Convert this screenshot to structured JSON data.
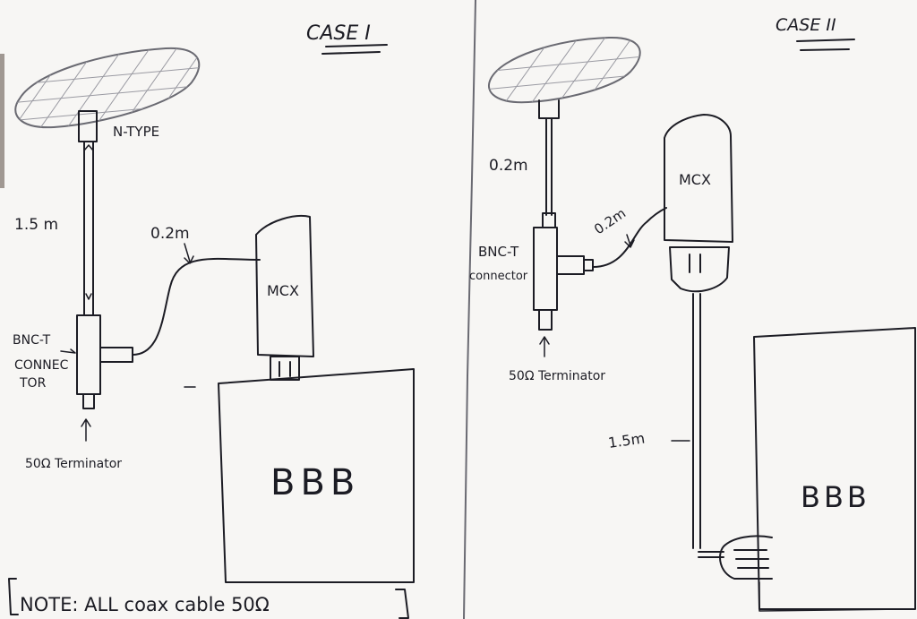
{
  "case1": {
    "title": "CASE I",
    "antenna_connector": "N-TYPE",
    "cable_long": "1.5 m",
    "cable_short": "0.2m",
    "module": "MCX",
    "tee_line1": "BNC-T",
    "tee_line2": "CONNEC",
    "tee_line3": "TOR",
    "terminator": "50Ω Terminator",
    "board": "BBB"
  },
  "case2": {
    "title": "CASE II",
    "cable_short_antenna": "0.2m",
    "tee_line1": "BNC-T",
    "tee_line2": "connector",
    "cable_short_module": "0.2m",
    "module": "MCX",
    "terminator": "50Ω Terminator",
    "cable_long": "1.5m",
    "board": "BBB"
  },
  "note": "NOTE: ALL coax cable 50Ω",
  "colors": {
    "paper": "#f7f6f4",
    "ink": "#1c1c24",
    "pencil": "#6a6a72"
  }
}
